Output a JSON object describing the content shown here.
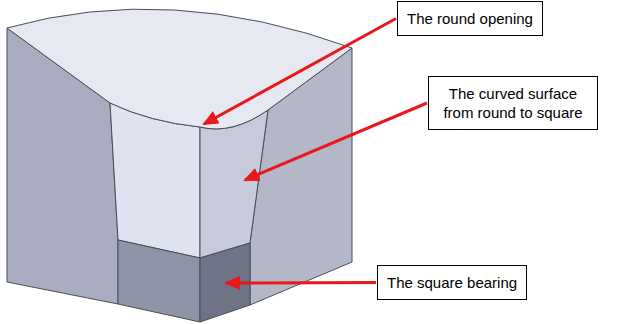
{
  "diagram": {
    "nodes": [
      {
        "text": [
          "The round opening"
        ]
      },
      {
        "text": [
          "The curved surface from round to square"
        ]
      },
      {
        "text": [
          "The square bearing"
        ]
      }
    ]
  }
}
